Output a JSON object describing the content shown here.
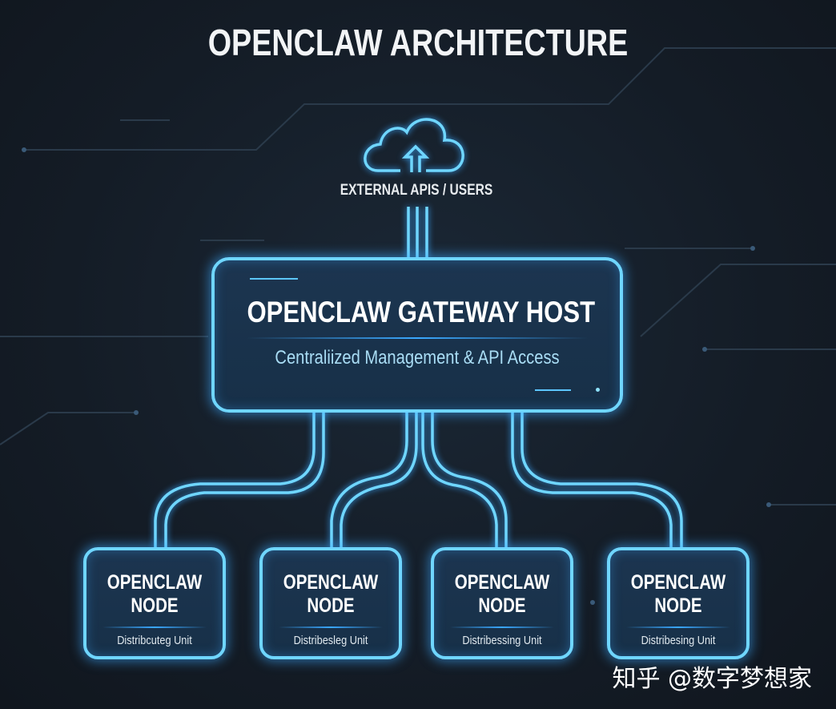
{
  "title": "OPENCLAW ARCHITECTURE",
  "external": {
    "label": "EXTERNAL APIS / USERS",
    "icon": "cloud-upload-icon"
  },
  "gateway": {
    "title": "OPENCLAW GATEWAY HOST",
    "subtitle": "Centraliized Management & API Access"
  },
  "nodes": [
    {
      "title": "OPENCLAW NODE",
      "subtitle": "Distribcuteg Unit"
    },
    {
      "title": "OPENCLAW NODE",
      "subtitle": "Distribesleg Unit"
    },
    {
      "title": "OPENCLAW NODE",
      "subtitle": "Distribessing Unit"
    },
    {
      "title": "OPENCLAW NODE",
      "subtitle": "Distribesing Unit"
    }
  ],
  "watermark": "知乎 @数字梦想家",
  "colors": {
    "background": "#141c26",
    "line": "#6fd6ff",
    "box_fill": "#1a3249"
  }
}
